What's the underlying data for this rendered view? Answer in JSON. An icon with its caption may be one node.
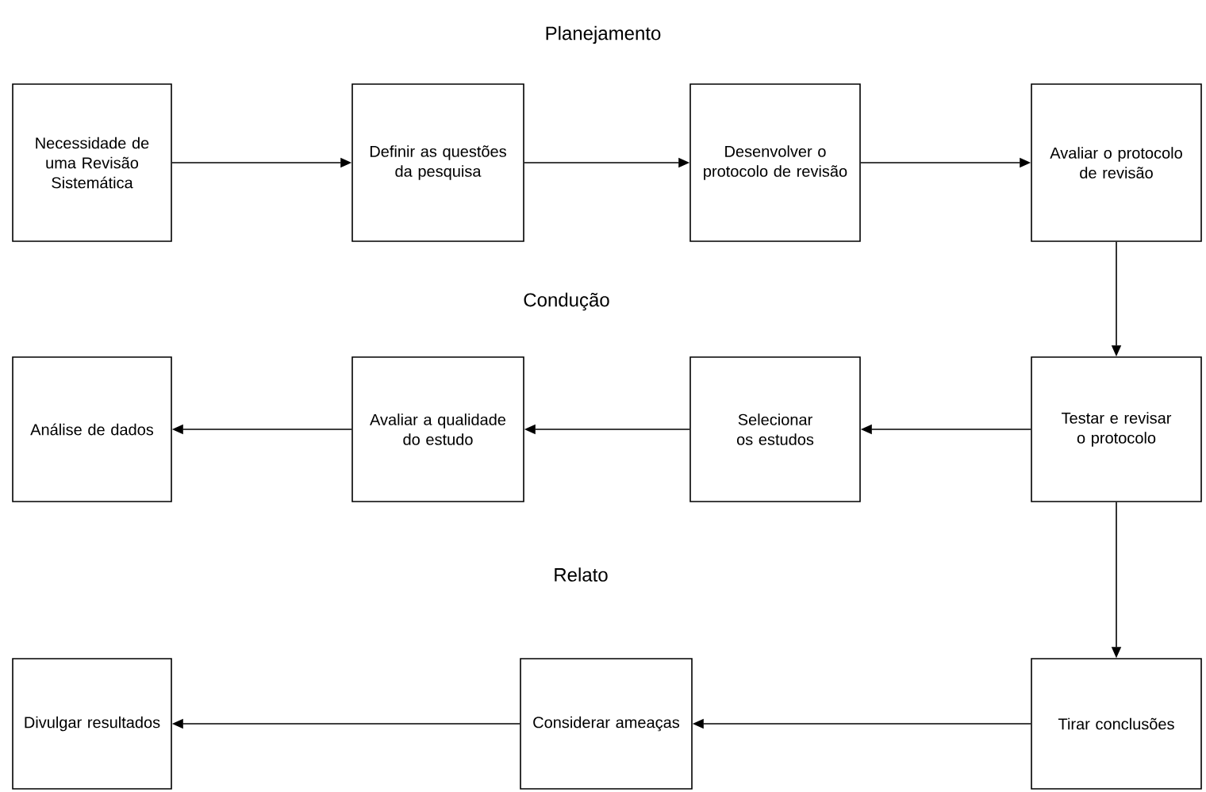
{
  "diagram": {
    "nodes": [
      {
        "text": [
          "Necessidade de uma Revisão Sistemática"
        ]
      },
      {
        "text": [
          "Definir as questões da pesquisa"
        ]
      },
      {
        "text": [
          "Desenvolver o protocolo de revisão"
        ]
      },
      {
        "text": [
          "Avaliar o protocolo de revisão"
        ]
      },
      {
        "text": [
          "Análise de dados"
        ]
      },
      {
        "text": [
          "Avaliar a qualidade do estudo"
        ]
      },
      {
        "text": [
          "Selecionar os estudos"
        ]
      },
      {
        "text": [
          "Testar e revisar o protocolo"
        ]
      },
      {
        "text": [
          "Divulgar resultados"
        ]
      },
      {
        "text": [
          "Considerar ameaças"
        ]
      },
      {
        "text": [
          "Tirar conclusões"
        ]
      }
    ],
    "edges": [
      {
        "from": 0,
        "to": 1,
        "arrow": "to"
      },
      {
        "from": 1,
        "to": 2,
        "arrow": "to"
      },
      {
        "from": 2,
        "to": 3,
        "arrow": "to"
      },
      {
        "from": 3,
        "to": 7,
        "arrow": "to"
      },
      {
        "from": 7,
        "to": 6,
        "arrow": "to"
      },
      {
        "from": 6,
        "to": 5,
        "arrow": "to"
      },
      {
        "from": 5,
        "to": 4,
        "arrow": "to"
      },
      {
        "from": 7,
        "to": 10,
        "arrow": "to"
      },
      {
        "from": 10,
        "to": 9,
        "arrow": "to"
      },
      {
        "from": 9,
        "to": 8,
        "arrow": "to"
      }
    ],
    "labels": [
      "Planejamento",
      "Condução",
      "Relato"
    ]
  }
}
